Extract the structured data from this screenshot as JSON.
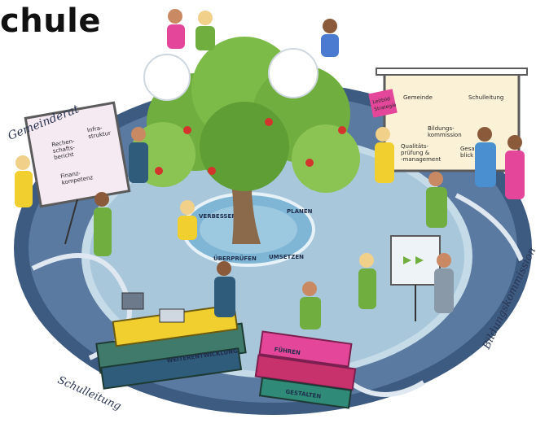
{
  "heading": "chule",
  "puzzle_labels": {
    "gemeinderat": "Gemeinderat",
    "schulleitung": "Schulleitung",
    "bildungskommission": "Bildungskommission"
  },
  "cycle": {
    "planen": "PLANEN",
    "umsetzen": "UMSETZEN",
    "ueberpruefen": "ÜBERPRÜFEN",
    "verbessern": "VERBESSERN"
  },
  "left_board": {
    "line1": "Rechen-",
    "line2": "schafts-",
    "line3": "bericht",
    "line4": "Infra-",
    "line5": "struktur",
    "line6": "Finanz-",
    "line7": "kompetenz"
  },
  "right_board": {
    "sticky1": "Leitbild",
    "sticky2": "Strategie",
    "item1": "Gemeinde",
    "item2": "Schulleitung",
    "item3": "Bildungs-",
    "item4": "kommission",
    "item5": "Qualitäts-",
    "item6": "prüfung &",
    "item7": "-management",
    "item8": "Gesamt-",
    "item9": "blick"
  },
  "books": {
    "left_book": "WEITERENTWICKLUNG",
    "right_book_top": "FÜHREN",
    "right_book_bottom": "GESTALTEN"
  },
  "colors": {
    "puzzle_dark": "#3d5a80",
    "puzzle_light": "#c5dbe8",
    "leaf": "#6fae3f",
    "trunk": "#8a6a4a",
    "pink": "#e4479a",
    "yellow": "#f1cf2f"
  },
  "icons": [
    "tree-illustration",
    "puzzle-ring",
    "whiteboard",
    "flipchart",
    "book-stack",
    "laptop",
    "monitor",
    "swing"
  ]
}
